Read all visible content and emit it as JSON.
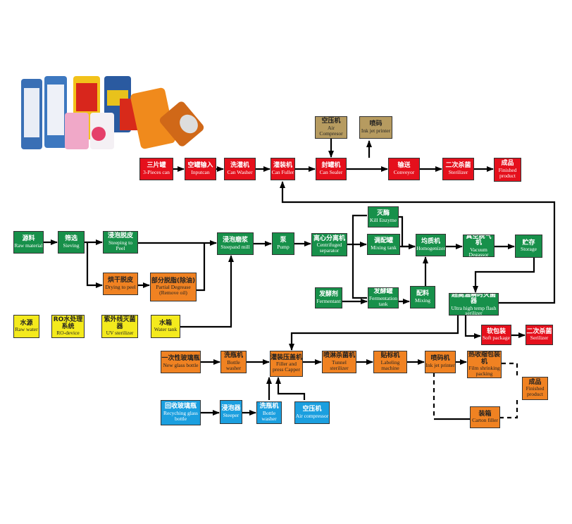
{
  "colors": {
    "red": "#e5101c",
    "green": "#17904a",
    "orange": "#f08222",
    "yellow": "#f4ea1d",
    "blue": "#1b9fdf",
    "tan": "#b69b60"
  },
  "nodes": [
    {
      "id": "three-piece-can",
      "cn": "三片罐",
      "en": "3-Pieces can",
      "color": "red"
    },
    {
      "id": "inputcan",
      "cn": "空罐输入",
      "en": "Inputcan",
      "color": "red"
    },
    {
      "id": "can-washer",
      "cn": "洗灌机",
      "en": "Can Washer",
      "color": "red"
    },
    {
      "id": "can-filler",
      "cn": "灌装机",
      "en": "Can Fuller",
      "color": "red"
    },
    {
      "id": "can-sealer",
      "cn": "封罐机",
      "en": "Can Sealer",
      "color": "red"
    },
    {
      "id": "conveyor",
      "cn": "输送",
      "en": "Conveyor",
      "color": "red"
    },
    {
      "id": "sterilizer-can",
      "cn": "二次杀菌",
      "en": "Sterilizer",
      "color": "red"
    },
    {
      "id": "finished-product-can",
      "cn": "成品",
      "en": "Finished product",
      "color": "red"
    },
    {
      "id": "air-compressor-can",
      "cn": "空压机",
      "en": "Air Compresor",
      "color": "tan"
    },
    {
      "id": "ink-jet-can",
      "cn": "喷码",
      "en": "Ink jet printer",
      "color": "tan"
    },
    {
      "id": "raw-material",
      "cn": "源料",
      "en": "Raw material",
      "color": "green"
    },
    {
      "id": "sieving",
      "cn": "筛选",
      "en": "Sieving",
      "color": "green"
    },
    {
      "id": "steeping-to-peel",
      "cn": "浸泡脱皮",
      "en": "Steeping to Peel",
      "color": "green"
    },
    {
      "id": "drying-to-peel",
      "cn": "烘干脱皮",
      "en": "Drying to peel",
      "color": "orange"
    },
    {
      "id": "partial-degrease",
      "cn": "部分脱脂(除油)",
      "en": "Partial Degrease (Remove oil)",
      "color": "orange"
    },
    {
      "id": "raw-water",
      "cn": "水源",
      "en": "Raw water",
      "color": "yellow"
    },
    {
      "id": "ro-device",
      "cn": "RO水处理系统",
      "en": "RO-device",
      "color": "yellow"
    },
    {
      "id": "uv-sterilizer",
      "cn": "紫外线灭菌器",
      "en": "UV sterilizer",
      "color": "yellow"
    },
    {
      "id": "water-tank",
      "cn": "水箱",
      "en": "Water tank",
      "color": "yellow"
    },
    {
      "id": "steepand-mill",
      "cn": "浸泡磨浆",
      "en": "Steepand mill",
      "color": "green"
    },
    {
      "id": "pump",
      "cn": "泵",
      "en": "Pump",
      "color": "green"
    },
    {
      "id": "centrifuged-separator",
      "cn": "离心分离机",
      "en": "Centrifuged separator",
      "color": "green"
    },
    {
      "id": "kill-enzyme",
      "cn": "灭酶",
      "en": "Kill Enzyme",
      "color": "green"
    },
    {
      "id": "mixing-tank",
      "cn": "调配罐",
      "en": "Mixing tank",
      "color": "green"
    },
    {
      "id": "homogenizer",
      "cn": "均质机",
      "en": "Homogenizer",
      "color": "green"
    },
    {
      "id": "vacuum-degassor",
      "cn": "真空脱气机",
      "en": "Vacuum Degassor",
      "color": "green"
    },
    {
      "id": "storage",
      "cn": "贮存",
      "en": "Storage",
      "color": "green"
    },
    {
      "id": "fermentant",
      "cn": "发酵剂",
      "en": "Fermentant",
      "color": "green"
    },
    {
      "id": "fermentation-tank",
      "cn": "发酵罐",
      "en": "Fermentation tank",
      "color": "green"
    },
    {
      "id": "mixing",
      "cn": "配料",
      "en": "Mixing",
      "color": "green"
    },
    {
      "id": "uht-sterilizer",
      "cn": "超高温瞬时灭菌器",
      "en": "Ultra high temp flash serilizer",
      "color": "green"
    },
    {
      "id": "soft-package",
      "cn": "软包装",
      "en": "Soft package",
      "color": "red"
    },
    {
      "id": "sterilizer-soft",
      "cn": "二次杀菌",
      "en": "Serilizer",
      "color": "red"
    },
    {
      "id": "new-glass-bottle",
      "cn": "一次性玻璃瓶",
      "en": "New glass bottle",
      "color": "orange"
    },
    {
      "id": "bottle-washer-1",
      "cn": "洗瓶机",
      "en": "Bottle washer",
      "color": "orange"
    },
    {
      "id": "filler-capper",
      "cn": "灌装压盖机",
      "en": "Filler and press Capper",
      "color": "orange"
    },
    {
      "id": "tunnel-sterilizer",
      "cn": "喷淋杀菌机",
      "en": "Tunnel sterilizer",
      "color": "orange"
    },
    {
      "id": "labeling-machine",
      "cn": "贴标机",
      "en": "Labeling machine",
      "color": "orange"
    },
    {
      "id": "ink-jet-bottle",
      "cn": "喷码机",
      "en": "Ink jet printer",
      "color": "orange"
    },
    {
      "id": "film-shrinking",
      "cn": "热收缩包装机",
      "en": "Film shrinking packing",
      "color": "orange"
    },
    {
      "id": "finished-product-bottle",
      "cn": "成品",
      "en": "Finished product",
      "color": "orange"
    },
    {
      "id": "carton-filler",
      "cn": "装箱",
      "en": "Carton filler",
      "color": "orange"
    },
    {
      "id": "recycling-glass-bottle",
      "cn": "回收玻璃瓶",
      "en": "Recyching glass bottle",
      "color": "blue"
    },
    {
      "id": "steeper",
      "cn": "浸泡器",
      "en": "Steeper",
      "color": "blue"
    },
    {
      "id": "bottle-washer-2",
      "cn": "洗瓶机",
      "en": "Bottle washer",
      "color": "blue"
    },
    {
      "id": "air-compressor-bottle",
      "cn": "空压机",
      "en": "Air compressor",
      "color": "blue"
    }
  ]
}
